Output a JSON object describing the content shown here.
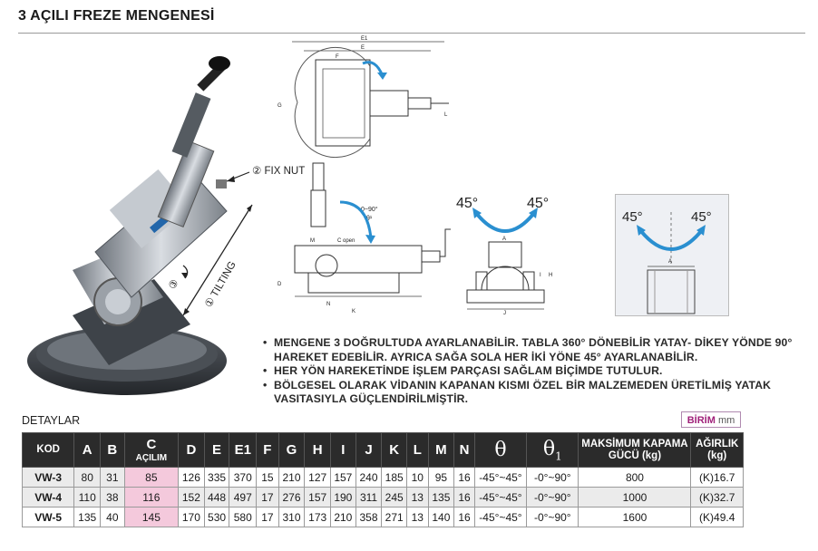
{
  "page": {
    "title": "3 AÇILI FREZE MENGENESİ"
  },
  "photo": {
    "fix_nut_label": "② FIX NUT",
    "tilting_label": "① TILTING",
    "rotate_label": "③"
  },
  "drawings": {
    "dim_e1": "E1",
    "dim_e": "E",
    "dim_f": "F",
    "dim_g": "G",
    "dim_l": "L",
    "angle_range": "0~90°",
    "theta1": "θ¹",
    "dim_m": "M",
    "c_open": "C open",
    "dim_d": "D",
    "dim_n": "N",
    "dim_k": "K",
    "dim_j": "J",
    "dim_h": "H",
    "dim_i": "I",
    "dim_a": "A",
    "angle_left": "45°",
    "angle_right": "45°"
  },
  "features": [
    "MENGENE 3 DOĞRULTUDA AYARLANABİLİR. TABLA 360° DÖNEBİLİR YATAY- DİKEY YÖNDE 90° HAREKET EDEBİLİR. AYRICA SAĞA SOLA HER İKİ YÖNE 45° AYARLANABİLİR.",
    "HER YÖN HAREKETİNDE İŞLEM PARÇASI SAĞLAM BİÇİMDE TUTULUR.",
    "BÖLGESEL OLARAK VİDANIN KAPANAN KISMI ÖZEL BİR MALZEMEDEN ÜRETİLMİŞ YATAK VASITASIYLA GÜÇLENDİRİLMİŞTİR."
  ],
  "details_label": "DETAYLAR",
  "unit": {
    "label": "BİRİM",
    "value": "mm"
  },
  "table": {
    "headers": {
      "kod": "KOD",
      "a": "A",
      "b": "B",
      "c": "C",
      "c_sub": "AÇILIM",
      "d": "D",
      "e": "E",
      "e1": "E1",
      "f": "F",
      "g": "G",
      "h": "H",
      "i": "I",
      "j": "J",
      "k": "K",
      "l": "L",
      "m": "M",
      "n": "N",
      "theta": "θ",
      "theta1": "θ",
      "theta1_sub": "1",
      "force": "MAKSİMUM KAPAMA GÜCÜ (kg)",
      "weight": "AĞIRLIK (kg)"
    },
    "rows": [
      {
        "kod": "VW-3",
        "a": "80",
        "b": "31",
        "c": "85",
        "d": "126",
        "e": "335",
        "e1": "370",
        "f": "15",
        "g": "210",
        "h": "127",
        "i": "157",
        "j": "240",
        "k": "185",
        "l": "10",
        "m": "95",
        "n": "16",
        "theta": "-45°~45°",
        "theta1": "-0°~90°",
        "force": "800",
        "weight": "(K)16.7"
      },
      {
        "kod": "VW-4",
        "a": "110",
        "b": "38",
        "c": "116",
        "d": "152",
        "e": "448",
        "e1": "497",
        "f": "17",
        "g": "276",
        "h": "157",
        "i": "190",
        "j": "311",
        "k": "245",
        "l": "13",
        "m": "135",
        "n": "16",
        "theta": "-45°~45°",
        "theta1": "-0°~90°",
        "force": "1000",
        "weight": "(K)32.7"
      },
      {
        "kod": "VW-5",
        "a": "135",
        "b": "40",
        "c": "145",
        "d": "170",
        "e": "530",
        "e1": "580",
        "f": "17",
        "g": "310",
        "h": "173",
        "i": "210",
        "j": "358",
        "k": "271",
        "l": "13",
        "m": "140",
        "n": "16",
        "theta": "-45°~45°",
        "theta1": "-0°~90°",
        "force": "1600",
        "weight": "(K)49.4"
      }
    ]
  },
  "colors": {
    "accent_pink": "#f4c9dc",
    "header_bg": "#2b2b2b",
    "arrow_blue": "#2a8fd0",
    "unit_text": "#a0207a"
  }
}
